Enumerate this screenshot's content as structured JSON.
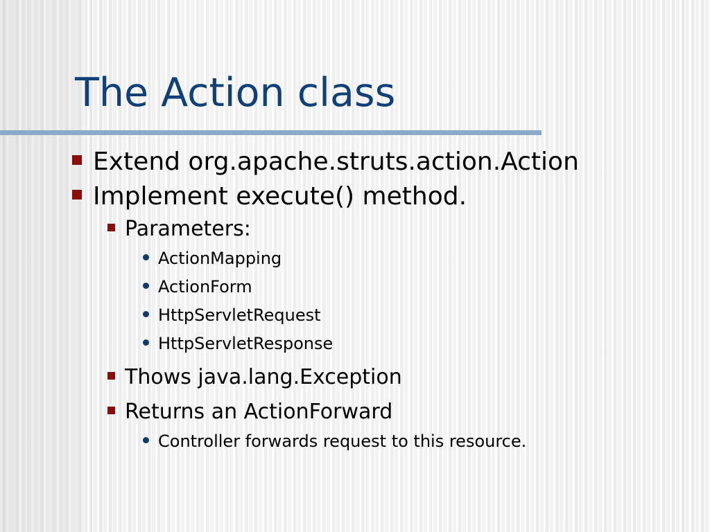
{
  "slide": {
    "title": "The Action class",
    "theme": {
      "title_color": "#104077",
      "rule_color": "#8ba9c9",
      "level1_marker_color": "#8c0b0b",
      "level2_marker_color": "#8c0b0b",
      "level3_marker_color": "#123a66",
      "text_color": "#000000",
      "background_color": "#efefef"
    },
    "bullets": [
      {
        "level": 1,
        "marker": "square-bullet",
        "text": "Extend org.apache.struts.action.Action"
      },
      {
        "level": 1,
        "marker": "square-bullet",
        "text": "Implement execute() method."
      },
      {
        "level": 2,
        "marker": "square-bullet",
        "text": "Parameters:"
      },
      {
        "level": 3,
        "marker": "round-bullet",
        "text": "ActionMapping"
      },
      {
        "level": 3,
        "marker": "round-bullet",
        "text": "ActionForm"
      },
      {
        "level": 3,
        "marker": "round-bullet",
        "text": "HttpServletRequest"
      },
      {
        "level": 3,
        "marker": "round-bullet",
        "text": "HttpServletResponse"
      },
      {
        "level": 2,
        "marker": "square-bullet",
        "text": "Thows java.lang.Exception"
      },
      {
        "level": 2,
        "marker": "square-bullet",
        "text": "Returns an ActionForward"
      },
      {
        "level": 3,
        "marker": "round-bullet",
        "text": "Controller forwards request to this resource."
      }
    ]
  }
}
